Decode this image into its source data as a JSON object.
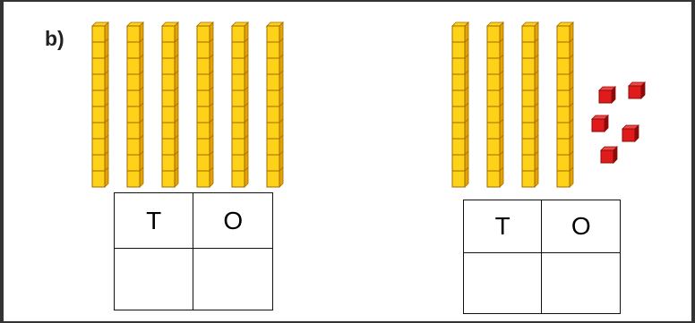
{
  "question_label": "b)",
  "colors": {
    "rod_fill": "#ffd21a",
    "rod_shade": "#e5a300",
    "rod_line": "#a06a00",
    "cube_fill": "#e01b1b",
    "cube_shade": "#8c0a0a",
    "border": "#333333"
  },
  "left_group": {
    "tens_rods": 6,
    "ones_cubes": 0,
    "table": {
      "headers": [
        "T",
        "O"
      ],
      "answers": [
        "",
        ""
      ]
    }
  },
  "right_group": {
    "tens_rods": 4,
    "ones_cubes": 5,
    "table": {
      "headers": [
        "T",
        "O"
      ],
      "answers": [
        "",
        ""
      ]
    }
  }
}
